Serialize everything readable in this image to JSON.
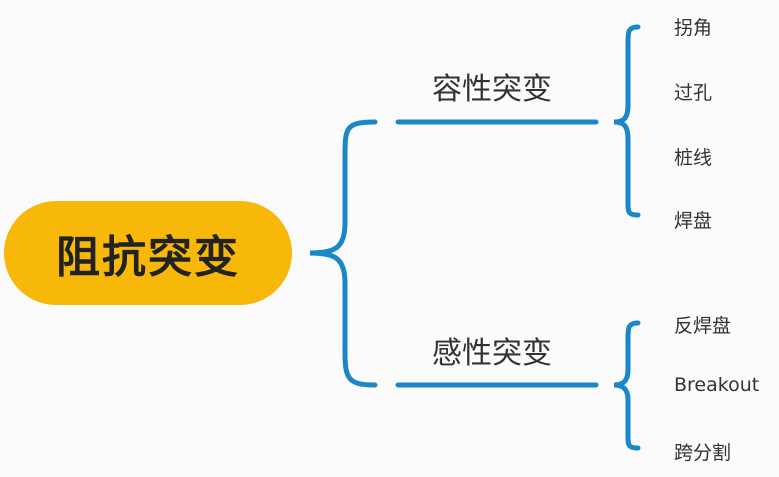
{
  "colors": {
    "root_fill": "#f7b80a",
    "connector": "#1a87c9",
    "text": "#333333",
    "background": "#fbfbfc"
  },
  "root": {
    "label": "阻抗突变"
  },
  "branches": [
    {
      "label": "容性突变",
      "leaves": [
        "拐角",
        "过孔",
        "桩线",
        "焊盘"
      ]
    },
    {
      "label": "感性突变",
      "leaves": [
        "反焊盘",
        "Breakout",
        "跨分割"
      ]
    }
  ]
}
